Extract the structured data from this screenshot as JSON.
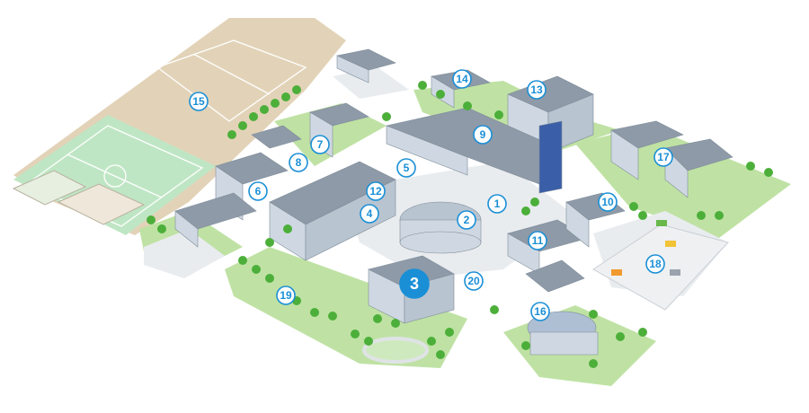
{
  "map": {
    "colors": {
      "marker": "#1a8fd6",
      "marker_highlight": "#1a8fd6",
      "sports_field": "#e2d3b8",
      "soccer_field": "#bfe6c4",
      "lawn": "#bfe2a4",
      "pavement": "#e9ecef",
      "building_roof": "#8e9aa8",
      "building_wall": "#cfd8e2"
    },
    "markers": [
      {
        "label": "1",
        "highlight": false
      },
      {
        "label": "2",
        "highlight": false
      },
      {
        "label": "3",
        "highlight": true
      },
      {
        "label": "4",
        "highlight": false
      },
      {
        "label": "5",
        "highlight": false
      },
      {
        "label": "6",
        "highlight": false
      },
      {
        "label": "7",
        "highlight": false
      },
      {
        "label": "8",
        "highlight": false
      },
      {
        "label": "9",
        "highlight": false
      },
      {
        "label": "10",
        "highlight": false
      },
      {
        "label": "11",
        "highlight": false
      },
      {
        "label": "12",
        "highlight": false
      },
      {
        "label": "13",
        "highlight": false
      },
      {
        "label": "14",
        "highlight": false
      },
      {
        "label": "15",
        "highlight": false
      },
      {
        "label": "16",
        "highlight": false
      },
      {
        "label": "17",
        "highlight": false
      },
      {
        "label": "18",
        "highlight": false
      },
      {
        "label": "19",
        "highlight": false
      },
      {
        "label": "20",
        "highlight": false
      }
    ]
  }
}
